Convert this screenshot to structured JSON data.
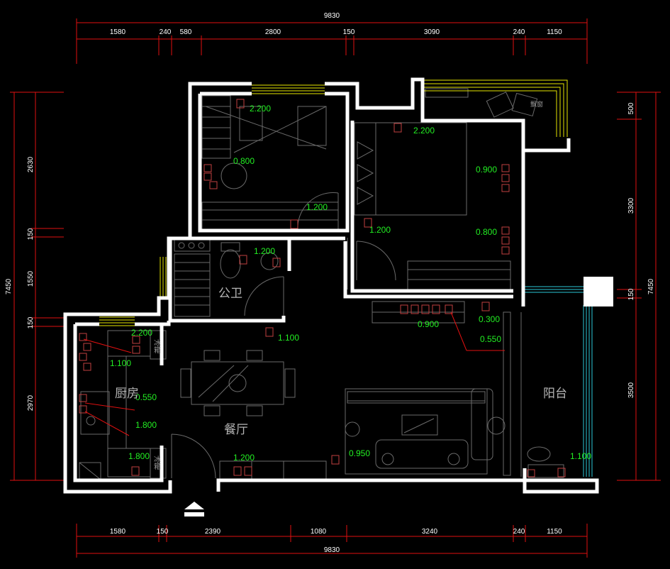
{
  "dimensions": {
    "top_total": "9830",
    "top_segments": [
      "1580",
      "240",
      "580",
      "2800",
      "150",
      "3090",
      "240",
      "1150"
    ],
    "bottom_total": "9830",
    "bottom_segments": [
      "1580",
      "150",
      "2390",
      "1080",
      "3240",
      "240",
      "1150"
    ],
    "left_total": "7450",
    "left_segments": [
      "2630",
      "150",
      "1550",
      "150",
      "2970"
    ],
    "right_total": "7450",
    "right_segments": [
      "500",
      "3300",
      "150",
      "3500"
    ]
  },
  "rooms": {
    "kitchen": "厨房",
    "dining": "餐厅",
    "bathroom": "公卫",
    "balcony": "阳台",
    "bay_window": "飘窗",
    "fridge": "冰箱"
  },
  "heights": [
    "2.200",
    "0.800",
    "1.200",
    "2.200",
    "0.900",
    "1.200",
    "0.800",
    "1.200",
    "2.200",
    "1.100",
    "1.100",
    "0.550",
    "1.800",
    "1.800",
    "1.200",
    "0.900",
    "0.300",
    "0.550",
    "0.950",
    "1.100"
  ],
  "colors": {
    "background": "#000000",
    "wall": "#ffffff",
    "dimension_line": "#e01010",
    "height_label": "#22ee22",
    "window": "#e6e600",
    "furniture": "#6a6a6a",
    "glass": "#2cc7d8"
  },
  "entrance_icon": "entrance-arrow-icon"
}
